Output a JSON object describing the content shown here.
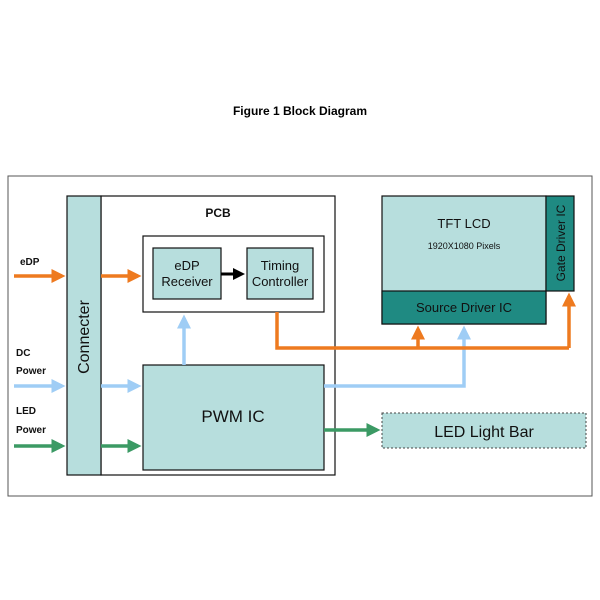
{
  "figure_title": "Figure 1 Block Diagram",
  "inputs": {
    "edp": "eDP",
    "dc_power_line1": "DC",
    "dc_power_line2": "Power",
    "led_power_line1": "LED",
    "led_power_line2": "Power"
  },
  "connector_label": "Connecter",
  "pcb_label": "PCB",
  "edp_receiver": {
    "line1": "eDP",
    "line2": "Receiver"
  },
  "timing_controller": {
    "line1": "Timing",
    "line2": "Controller"
  },
  "pwm_ic": "PWM IC",
  "tft_lcd": {
    "title": "TFT LCD",
    "resolution": "1920X1080  Pixels"
  },
  "source_driver": "Source Driver IC",
  "gate_driver": "Gate Driver IC",
  "led_light_bar": "LED Light Bar",
  "colors": {
    "block_fill": "#b7dedd",
    "driver_fill": "#1f8a82",
    "signal_orange": "#ee7a1f",
    "power_blue": "#9fcdf5",
    "led_green": "#3b9a64",
    "black": "#000000"
  }
}
